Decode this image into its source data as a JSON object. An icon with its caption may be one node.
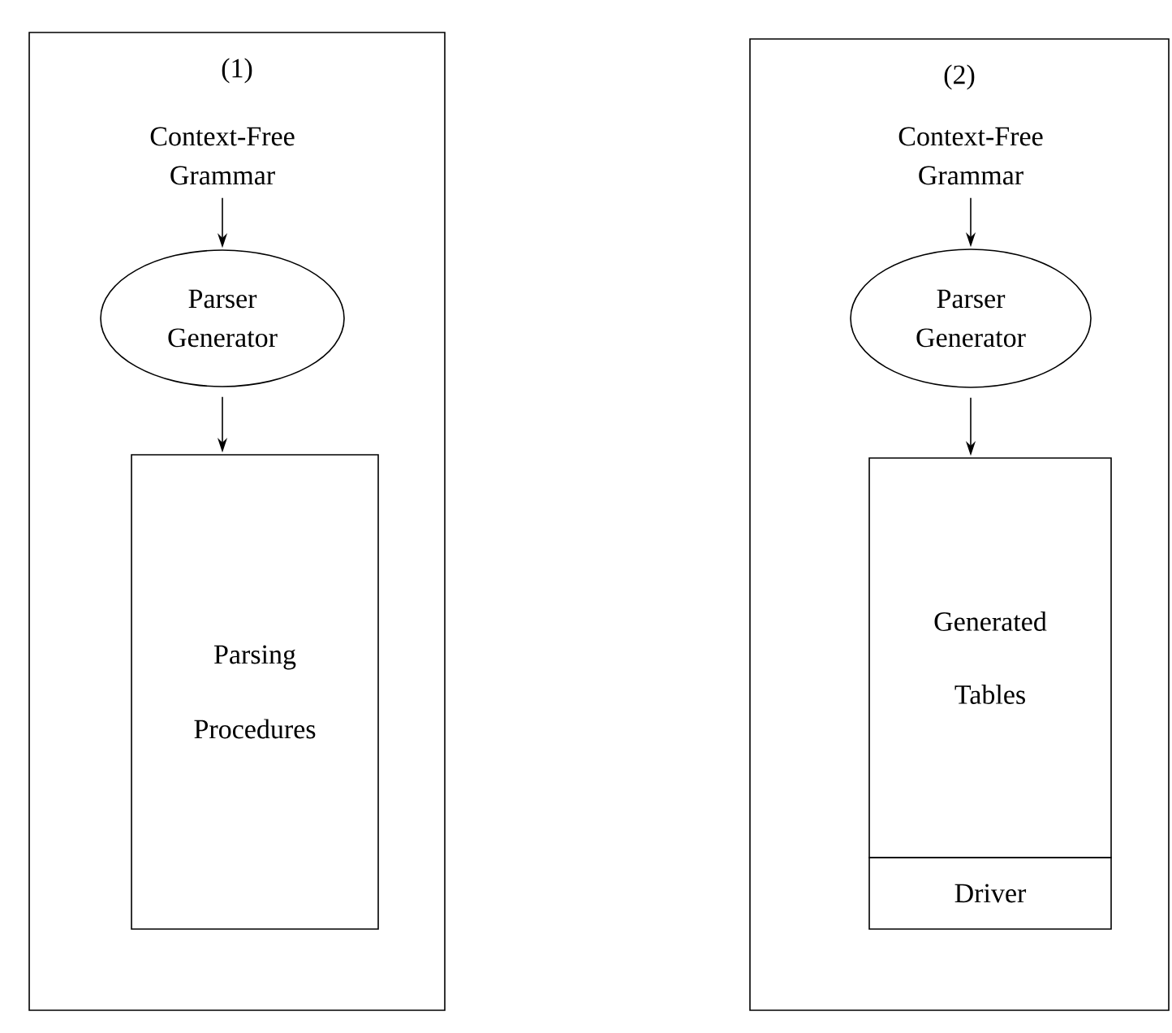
{
  "diagram": {
    "nodes": [
      {
        "text": [
          "(1)"
        ]
      },
      {
        "text": [
          "Context-Free Grammar"
        ],
        "in": 0
      },
      {
        "text": [
          "Parser Generator"
        ],
        "in": 0
      },
      {
        "text": [
          "Parsing Procedures"
        ],
        "in": 0
      },
      {
        "text": [
          "(2)"
        ]
      },
      {
        "text": [
          "Context-Free Grammar"
        ],
        "in": 4
      },
      {
        "text": [
          "Parser Generator"
        ],
        "in": 4
      },
      {
        "text": [
          "Generated Tables"
        ],
        "in": 4
      },
      {
        "text": [
          "Driver"
        ],
        "in": 4
      }
    ],
    "edges": [
      {
        "from": 1,
        "to": 2,
        "arrow": "to"
      },
      {
        "from": 2,
        "to": 3,
        "arrow": "to"
      },
      {
        "from": 5,
        "to": 6,
        "arrow": "to"
      },
      {
        "from": 6,
        "to": 7,
        "arrow": "to"
      }
    ]
  }
}
